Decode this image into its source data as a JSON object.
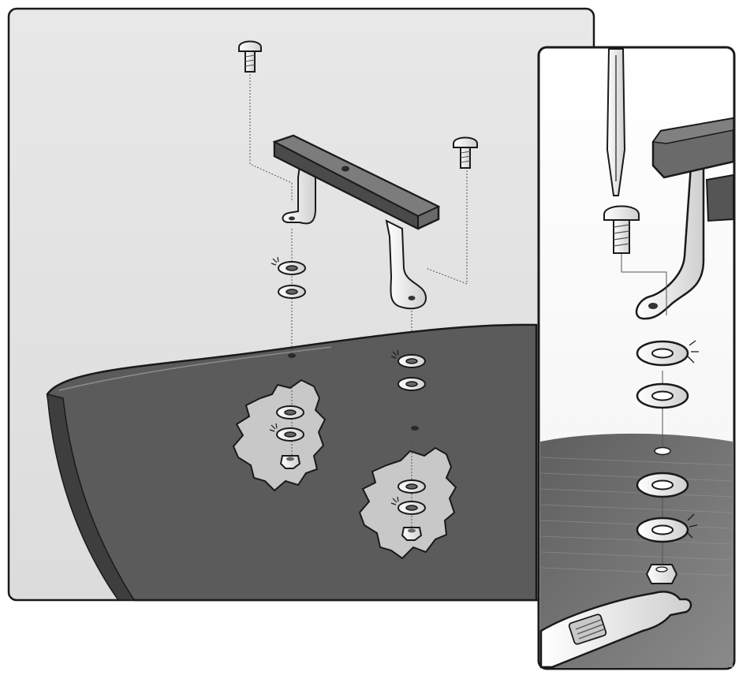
{
  "figure": {
    "kind": "assembly-illustration",
    "text": [],
    "parts": {
      "main_view": [
        "carriage-bolt",
        "carriage-bolt",
        "handle-bracket",
        "washer",
        "washer",
        "washer",
        "washer",
        "washer",
        "washer",
        "washer",
        "washer",
        "hex-nut",
        "hex-nut",
        "seat-panel"
      ],
      "detail_view": [
        "screwdriver",
        "carriage-bolt",
        "handle-bracket",
        "washer",
        "washer",
        "washer",
        "washer",
        "hex-nut",
        "wrench"
      ]
    },
    "colors": {
      "outline": "#1a1a1a",
      "panel_bg": "#e6e6e6",
      "seat": "#5b5b5b",
      "seat_edge": "#3a3a3a",
      "handle": "#6a6a6a",
      "hole_fill": "#c8c8c8",
      "metal": "#f4f4f4"
    }
  }
}
